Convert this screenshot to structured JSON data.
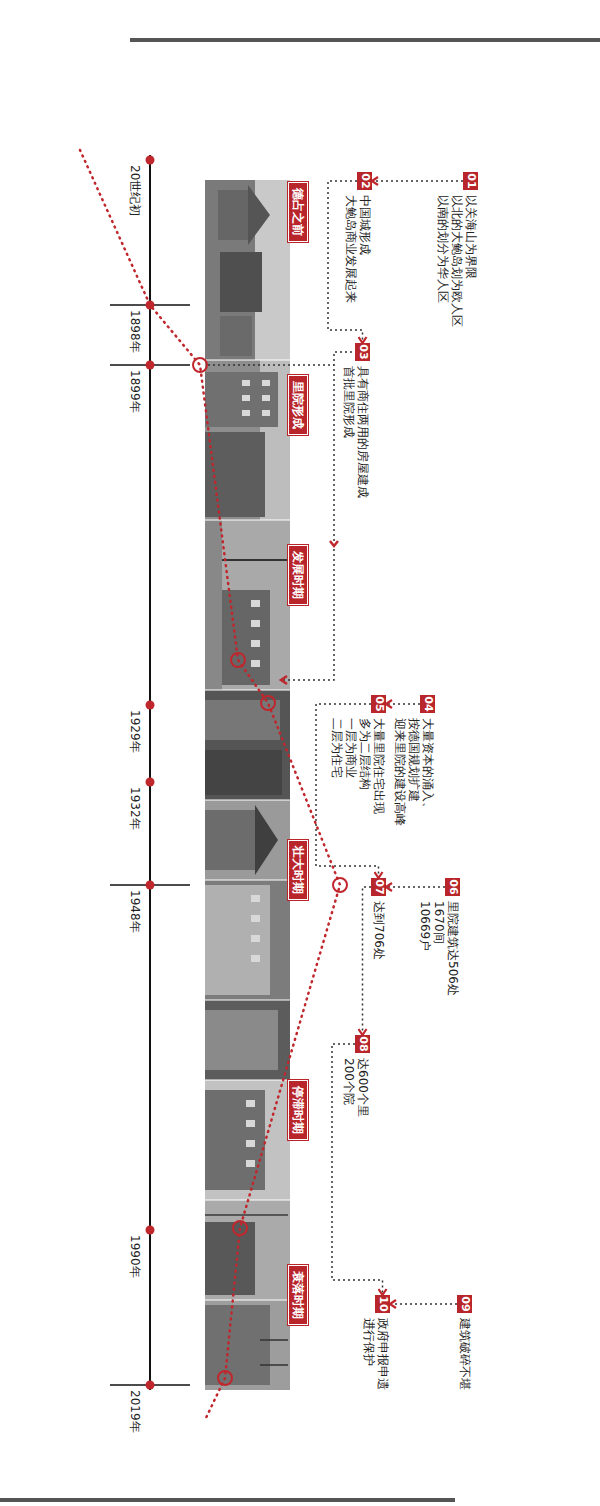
{
  "diagram": {
    "nodes": [
      {
        "text": [
          "德占之前"
        ]
      },
      {
        "text": [
          "01",
          "以关海山为界限 以北的大鲍岛划为欧人区 以南的划分为华人区"
        ]
      },
      {
        "text": [
          "02",
          "中国城形成 大鲍岛商业发展起来"
        ]
      },
      {
        "text": [
          "里院形成"
        ]
      },
      {
        "text": [
          "03",
          "具有商住两用的房屋建成 首批里院形成"
        ]
      },
      {
        "text": [
          "发展时期"
        ]
      },
      {
        "text": [
          "04",
          "大量资本的涌入、 按德国规划扩建 迎来里院的建设高峰"
        ]
      },
      {
        "text": [
          "05",
          "大量里院住宅出现 多为二层结构 一层为商业 二层为住宅"
        ]
      },
      {
        "text": [
          "壮大时期"
        ]
      },
      {
        "text": [
          "06",
          "里院建筑达506处 1670间 10669户"
        ]
      },
      {
        "text": [
          "07",
          "达到706处"
        ]
      },
      {
        "text": [
          "停滞时期"
        ]
      },
      {
        "text": [
          "08",
          "达600个里 200个院"
        ]
      },
      {
        "text": [
          "衰落时期"
        ]
      },
      {
        "text": [
          "09",
          "建筑破碎不堪"
        ]
      },
      {
        "text": [
          "10",
          "政府申报申遗 进行保护"
        ]
      }
    ],
    "edges": [
      {
        "from": 1,
        "to": 2,
        "arrow": "to"
      },
      {
        "from": 2,
        "to": 4,
        "arrow": "to"
      },
      {
        "from": 6,
        "to": 7,
        "arrow": "to"
      },
      {
        "from": 7,
        "to": 10,
        "arrow": "to"
      },
      {
        "from": 9,
        "to": 10,
        "arrow": "to"
      },
      {
        "from": 10,
        "to": 12,
        "arrow": "to"
      },
      {
        "from": 12,
        "to": 15,
        "arrow": "to"
      },
      {
        "from": 14,
        "to": 15,
        "arrow": "to"
      }
    ],
    "labels": [
      "20世纪初",
      "1898年",
      "1899年",
      "1929年",
      "1932年",
      "1948年",
      "1990年",
      "2019年"
    ]
  }
}
